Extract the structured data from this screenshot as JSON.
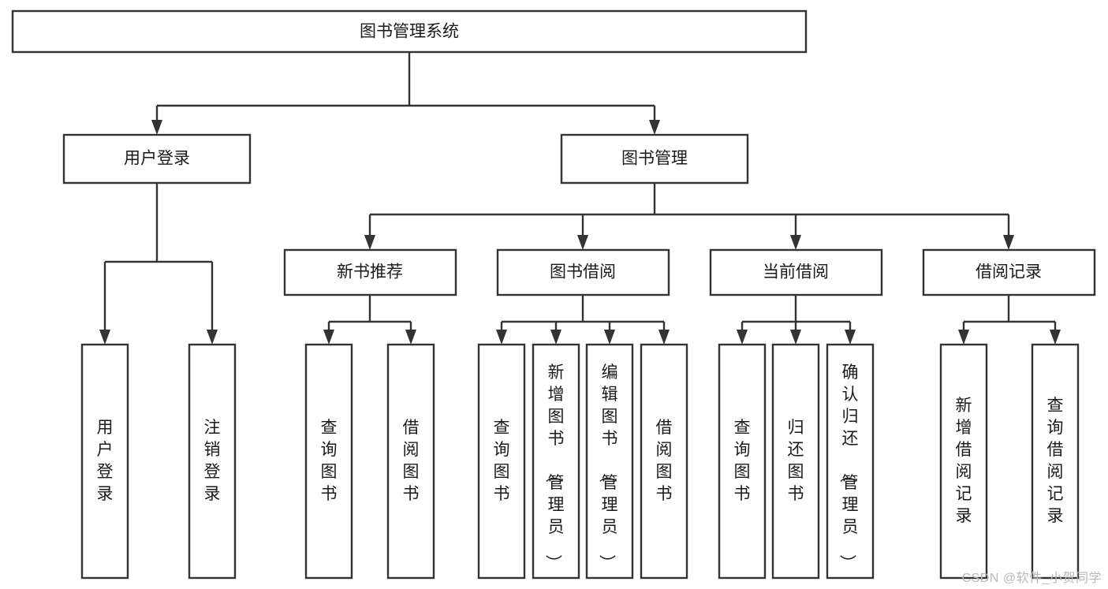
{
  "diagram": {
    "type": "tree",
    "title": "图书管理系统",
    "root": {
      "id": "root",
      "label": "图书管理系统"
    },
    "level2": [
      {
        "id": "user-login",
        "label": "用户登录"
      },
      {
        "id": "book-manage",
        "label": "图书管理"
      }
    ],
    "level3": [
      {
        "id": "new-book-rec",
        "label": "新书推荐",
        "parent": "book-manage"
      },
      {
        "id": "book-borrow",
        "label": "图书借阅",
        "parent": "book-manage"
      },
      {
        "id": "current-borrow",
        "label": "当前借阅",
        "parent": "book-manage"
      },
      {
        "id": "borrow-record",
        "label": "借阅记录",
        "parent": "book-manage"
      }
    ],
    "leaves": {
      "user-login": [
        {
          "id": "leaf-user-login",
          "label": "用户登录"
        },
        {
          "id": "leaf-user-logout",
          "label": "注销登录"
        }
      ],
      "new-book-rec": [
        {
          "id": "leaf-query-book-1",
          "label": "查询图书"
        },
        {
          "id": "leaf-borrow-book-1",
          "label": "借阅图书"
        }
      ],
      "book-borrow": [
        {
          "id": "leaf-query-book-2",
          "label": "查询图书"
        },
        {
          "id": "leaf-add-book",
          "label": "新增图书（管理员）"
        },
        {
          "id": "leaf-edit-book",
          "label": "编辑图书（管理员）"
        },
        {
          "id": "leaf-borrow-book-2",
          "label": "借阅图书"
        }
      ],
      "current-borrow": [
        {
          "id": "leaf-query-book-3",
          "label": "查询图书"
        },
        {
          "id": "leaf-return-book",
          "label": "归还图书"
        },
        {
          "id": "leaf-confirm-return",
          "label": "确认归还（管理员）"
        }
      ],
      "borrow-record": [
        {
          "id": "leaf-add-record",
          "label": "新增借阅记录"
        },
        {
          "id": "leaf-query-record",
          "label": "查询借阅记录"
        }
      ]
    }
  },
  "watermark": {
    "text": "CSDN @软件_小贺同学"
  },
  "colors": {
    "stroke": "#333333",
    "box_fill": "#ffffff",
    "text": "#1a1a1a",
    "watermark": "#b8b8b8",
    "background": "#ffffff"
  }
}
